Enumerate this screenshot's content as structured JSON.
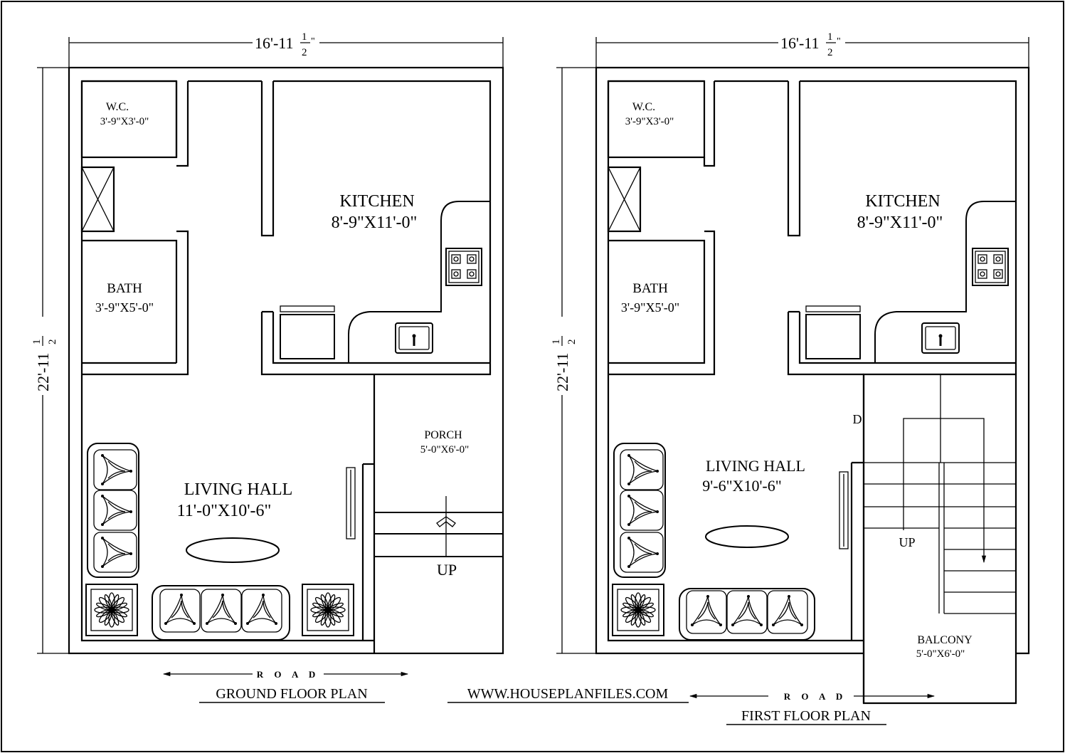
{
  "drawing": {
    "website": "WWW.HOUSEPLANFILES.COM",
    "road_label": "R O A D"
  },
  "ground_floor": {
    "title": "GROUND FLOOR PLAN",
    "width_dim": "16'-11",
    "width_frac_num": "1",
    "width_frac_den": "2",
    "height_dim": "22'-11",
    "height_frac_num": "1",
    "height_frac_den": "2",
    "rooms": {
      "wc_name": "W.C.",
      "wc_size": "3'-9\"X3'-0\"",
      "kitchen_name": "KITCHEN",
      "kitchen_size": "8'-9\"X11'-0\"",
      "bath_name": "BATH",
      "bath_size": "3'-9\"X5'-0\"",
      "living_name": "LIVING HALL",
      "living_size": "11'-0\"X10'-6\"",
      "porch_name": "PORCH",
      "porch_size": "5'-0\"X6'-0\""
    },
    "stair_label": "UP"
  },
  "first_floor": {
    "title": "FIRST  FLOOR PLAN",
    "width_dim": "16'-11",
    "width_frac_num": "1",
    "width_frac_den": "2",
    "height_dim": "22'-11",
    "height_frac_num": "1",
    "height_frac_den": "2",
    "rooms": {
      "wc_name": "W.C.",
      "wc_size": "3'-9\"X3'-0\"",
      "kitchen_name": "KITCHEN",
      "kitchen_size": "8'-9\"X11'-0\"",
      "bath_name": "BATH",
      "bath_size": "3'-9\"X5'-0\"",
      "living_name": "LIVING HALL",
      "living_size": "9'-6\"X10'-6\"",
      "balcony_name": "BALCONY",
      "balcony_size": "5'-0\"X6'-0\""
    },
    "stair_label": "UP",
    "door_mark": "D"
  }
}
